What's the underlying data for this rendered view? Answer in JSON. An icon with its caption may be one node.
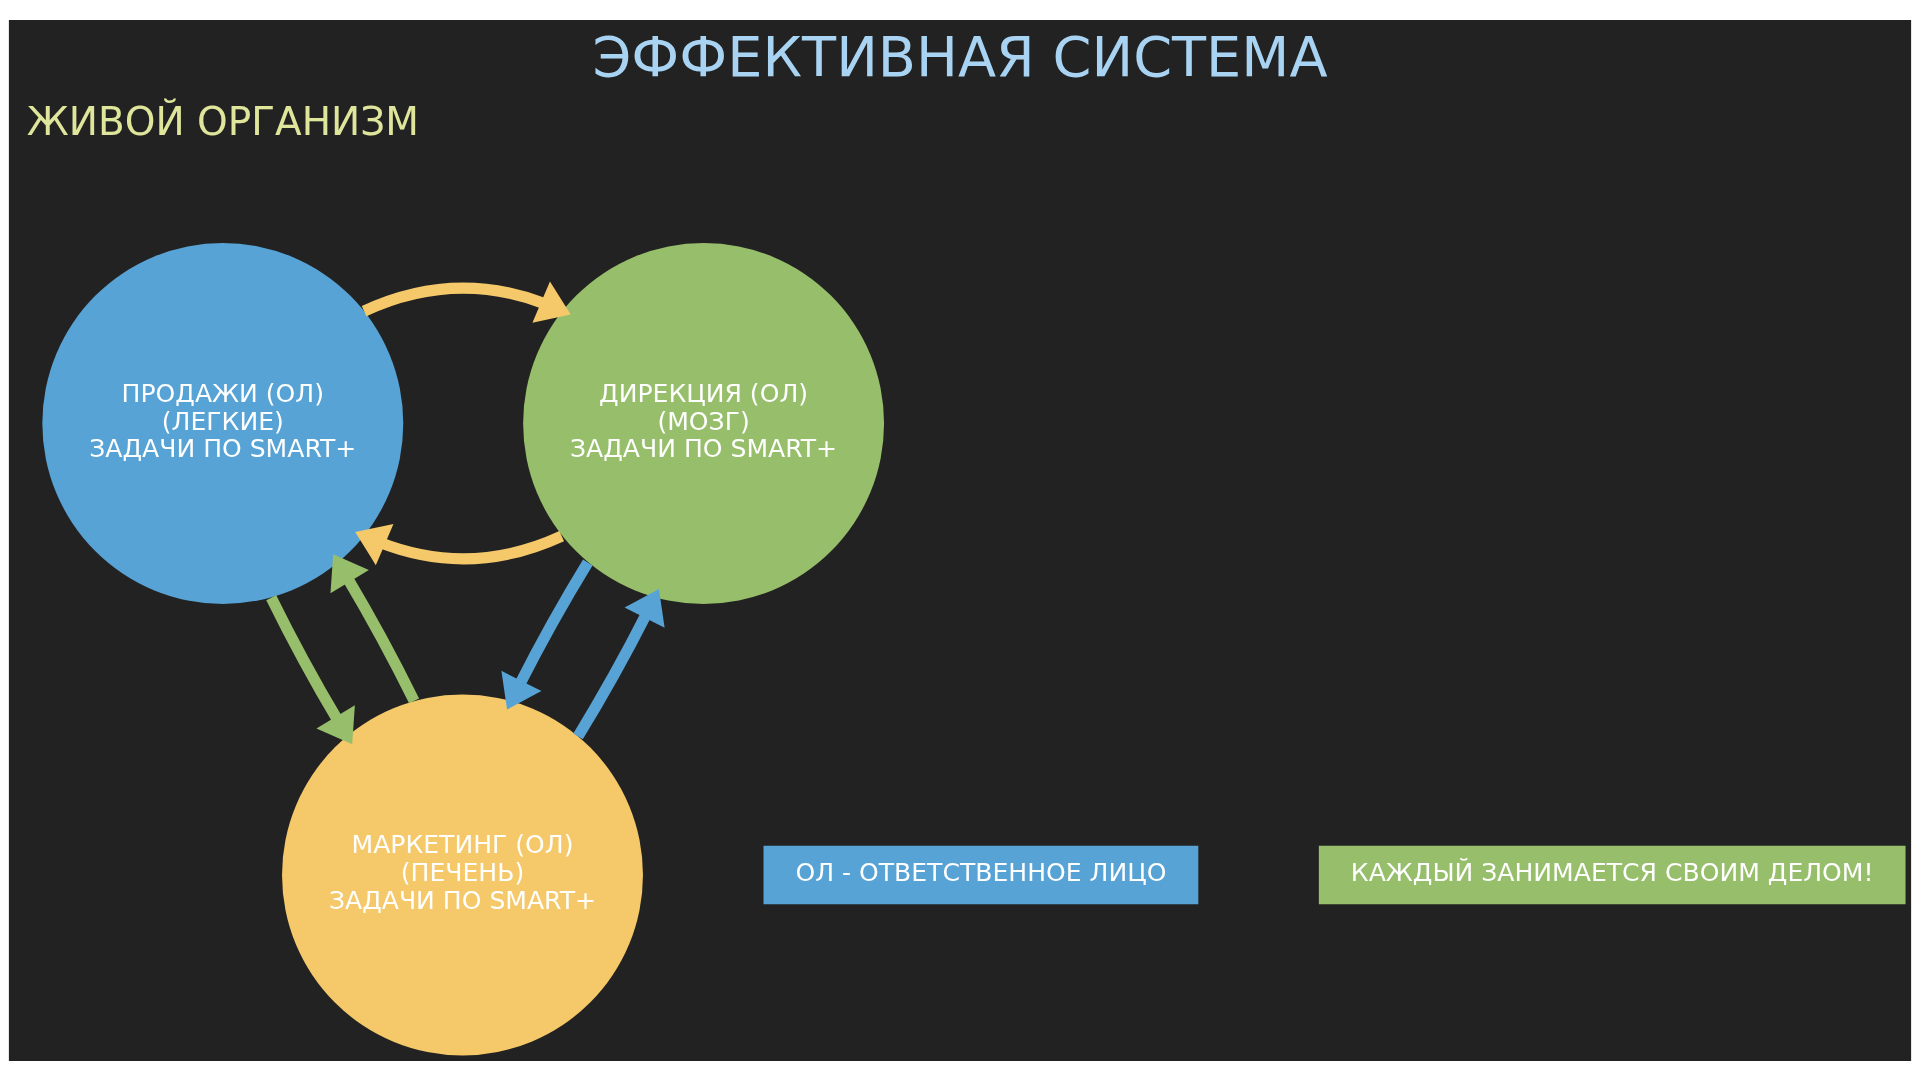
{
  "diagram": {
    "title": "ЭФФЕКТИВНАЯ СИСТЕМА",
    "nodes": [
      {
        "text": [
          "ПРОДАЖИ (ОЛ)",
          "(ЛЕГКИЕ)",
          "ЗАДАЧИ ПО SMART+"
        ]
      },
      {
        "text": [
          "ДИРЕКЦИЯ (ОЛ)",
          "(МОЗГ)",
          "ЗАДАЧИ ПО SMART+"
        ]
      },
      {
        "text": [
          "МАРКЕТИНГ (ОЛ)",
          "(ПЕЧЕНЬ)",
          "ЗАДАЧИ ПО SMART+"
        ]
      },
      {
        "text": [
          "ОЛ - ОТВЕТСТВЕННОЕ ЛИЦО"
        ]
      },
      {
        "text": [
          "КАЖДЫЙ ЗАНИМАЕТСЯ СВОИМ ДЕЛОМ!"
        ]
      }
    ],
    "edges": [
      {
        "from": 1,
        "to": 0,
        "arrow": "to",
        "color": "#f5c96a"
      },
      {
        "from": 0,
        "to": 1,
        "arrow": "to",
        "color": "#f5c96a"
      },
      {
        "from": 0,
        "to": 2,
        "arrow": "to",
        "color": "#97bf6b"
      },
      {
        "from": 2,
        "to": 0,
        "arrow": "to",
        "color": "#97bf6b"
      },
      {
        "from": 1,
        "to": 2,
        "arrow": "to",
        "color": "#57a3d5"
      },
      {
        "from": 2,
        "to": 1,
        "arrow": "to",
        "color": "#57a3d5"
      }
    ],
    "labels": [
      "ЖИВОЙ ОРГАНИЗМ"
    ]
  }
}
